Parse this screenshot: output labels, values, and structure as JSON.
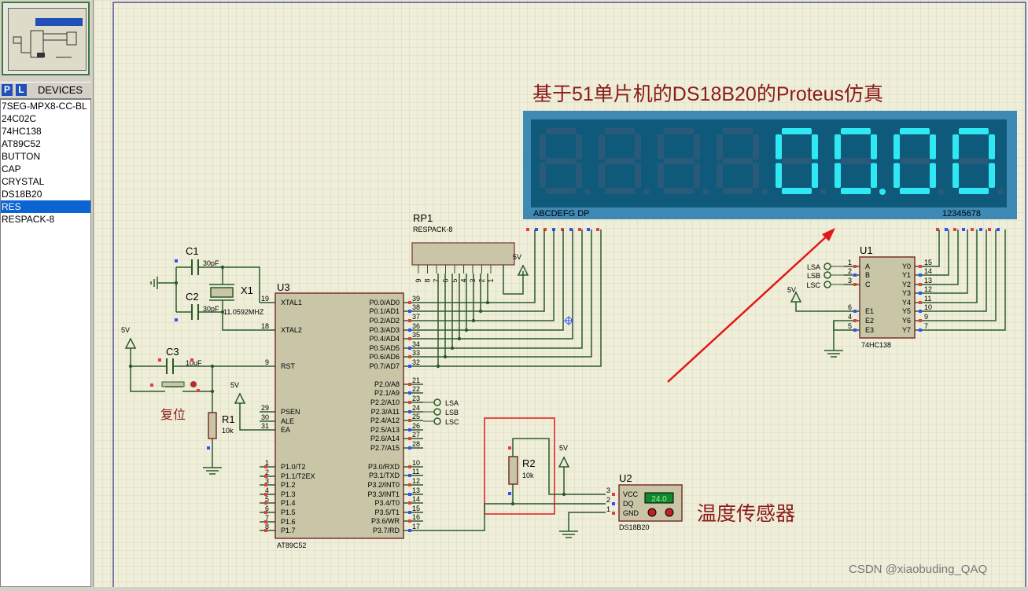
{
  "sidebar": {
    "p_button": "P",
    "l_button": "L",
    "devices_title": "DEVICES",
    "items": [
      {
        "label": "7SEG-MPX8-CC-BL",
        "selected": false
      },
      {
        "label": "24C02C",
        "selected": false
      },
      {
        "label": "74HC138",
        "selected": false
      },
      {
        "label": "AT89C52",
        "selected": false
      },
      {
        "label": "BUTTON",
        "selected": false
      },
      {
        "label": "CAP",
        "selected": false
      },
      {
        "label": "CRYSTAL",
        "selected": false
      },
      {
        "label": "DS18B20",
        "selected": false
      },
      {
        "label": "RES",
        "selected": true
      },
      {
        "label": "RESPACK-8",
        "selected": false
      }
    ]
  },
  "annotations": {
    "heading": "基于51单片机的DS18B20的Proteus仿真",
    "sensor_label": "温度传感器",
    "reset_label": "复位",
    "watermark": "CSDN @xiaobuding_QAQ"
  },
  "display": {
    "digits": "00.00",
    "seg_labels": "ABCDEFG DP",
    "pos_labels": "12345678",
    "lit_color": "#2fe8f4",
    "dim_color": "#2a5a7a",
    "panel_color": "#0f5a7a",
    "frame_color": "#3f8ab4"
  },
  "u3": {
    "ref": "U3",
    "part": "AT89C52",
    "left_pins": [
      {
        "num": "19",
        "name": "XTAL1"
      },
      {
        "num": "18",
        "name": "XTAL2"
      },
      {
        "num": "9",
        "name": "RST"
      },
      {
        "num": "29",
        "name": "PSEN"
      },
      {
        "num": "30",
        "name": "ALE"
      },
      {
        "num": "31",
        "name": "EA"
      },
      {
        "num": "1",
        "name": "P1.0/T2"
      },
      {
        "num": "2",
        "name": "P1.1/T2EX"
      },
      {
        "num": "3",
        "name": "P1.2"
      },
      {
        "num": "4",
        "name": "P1.3"
      },
      {
        "num": "5",
        "name": "P1.4"
      },
      {
        "num": "6",
        "name": "P1.5"
      },
      {
        "num": "7",
        "name": "P1.6"
      },
      {
        "num": "8",
        "name": "P1.7"
      }
    ],
    "right_pins": [
      {
        "num": "39",
        "name": "P0.0/AD0"
      },
      {
        "num": "38",
        "name": "P0.1/AD1"
      },
      {
        "num": "37",
        "name": "P0.2/AD2"
      },
      {
        "num": "36",
        "name": "P0.3/AD3"
      },
      {
        "num": "35",
        "name": "P0.4/AD4"
      },
      {
        "num": "34",
        "name": "P0.5/AD5"
      },
      {
        "num": "33",
        "name": "P0.6/AD6"
      },
      {
        "num": "32",
        "name": "P0.7/AD7"
      },
      {
        "num": "21",
        "name": "P2.0/A8"
      },
      {
        "num": "22",
        "name": "P2.1/A9"
      },
      {
        "num": "23",
        "name": "P2.2/A10"
      },
      {
        "num": "24",
        "name": "P2.3/A11"
      },
      {
        "num": "25",
        "name": "P2.4/A12"
      },
      {
        "num": "26",
        "name": "P2.5/A13"
      },
      {
        "num": "27",
        "name": "P2.6/A14"
      },
      {
        "num": "28",
        "name": "P2.7/A15"
      },
      {
        "num": "10",
        "name": "P3.0/RXD"
      },
      {
        "num": "11",
        "name": "P3.1/TXD"
      },
      {
        "num": "12",
        "name": "P3.2/INT0"
      },
      {
        "num": "13",
        "name": "P3.3/INT1"
      },
      {
        "num": "14",
        "name": "P3.4/T0"
      },
      {
        "num": "15",
        "name": "P3.5/T1"
      },
      {
        "num": "16",
        "name": "P3.6/WR"
      },
      {
        "num": "17",
        "name": "P3.7/RD"
      }
    ],
    "terminals": [
      "LSA",
      "LSB",
      "LSC"
    ]
  },
  "u1": {
    "ref": "U1",
    "part": "74HC138",
    "inputs": [
      {
        "num": "1",
        "name": "A",
        "net": "LSA"
      },
      {
        "num": "2",
        "name": "B",
        "net": "LSB"
      },
      {
        "num": "3",
        "name": "C",
        "net": "LSC"
      },
      {
        "num": "6",
        "name": "E1",
        "net": ""
      },
      {
        "num": "4",
        "name": "E2",
        "net": ""
      },
      {
        "num": "5",
        "name": "E3",
        "net": ""
      }
    ],
    "outputs": [
      {
        "num": "15",
        "name": "Y0"
      },
      {
        "num": "14",
        "name": "Y1"
      },
      {
        "num": "13",
        "name": "Y2"
      },
      {
        "num": "12",
        "name": "Y3"
      },
      {
        "num": "11",
        "name": "Y4"
      },
      {
        "num": "10",
        "name": "Y5"
      },
      {
        "num": "9",
        "name": "Y6"
      },
      {
        "num": "7",
        "name": "Y7"
      }
    ],
    "supply": "5V"
  },
  "rp1": {
    "ref": "RP1",
    "part": "RESPACK-8",
    "pins": [
      "9",
      "8",
      "7",
      "6",
      "5",
      "4",
      "3",
      "2",
      "1"
    ],
    "supply": "5V"
  },
  "c1": {
    "ref": "C1",
    "value": "30pF"
  },
  "c2": {
    "ref": "C2",
    "value": "30pF"
  },
  "c3": {
    "ref": "C3",
    "value": "10uF"
  },
  "x1": {
    "ref": "X1",
    "value": "11.0592MHZ"
  },
  "r1": {
    "ref": "R1",
    "value": "10k"
  },
  "r2": {
    "ref": "R2",
    "value": "10k"
  },
  "u2": {
    "ref": "U2",
    "part": "DS18B20",
    "pins": [
      {
        "num": "3",
        "name": "VCC"
      },
      {
        "num": "2",
        "name": "DQ"
      },
      {
        "num": "1",
        "name": "GND"
      }
    ],
    "reading": "24.0"
  },
  "supplies": {
    "vcc": "5V"
  }
}
